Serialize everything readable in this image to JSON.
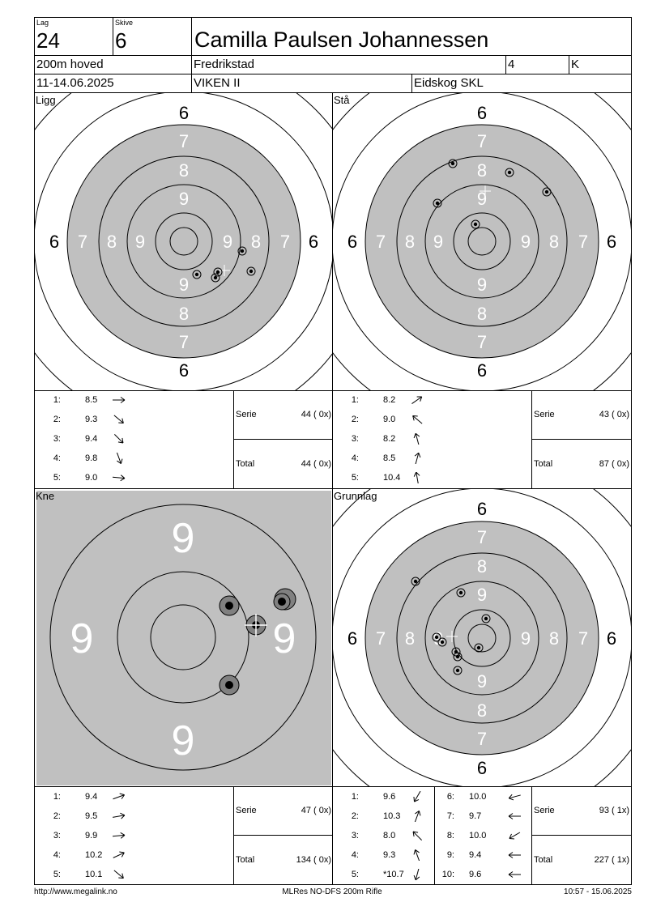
{
  "header": {
    "lag_label": "Lag",
    "lag_value": "24",
    "skive_label": "Skive",
    "skive_value": "6",
    "shooter_name": "Camilla Paulsen Johannessen",
    "program": "200m hoved",
    "club": "Fredrikstad",
    "klasse": "4",
    "category": "K",
    "dates": "11-14.06.2025",
    "region": "VIKEN II",
    "venue": "Eidskog SKL"
  },
  "panels": {
    "ligg": {
      "title": "Ligg"
    },
    "sta": {
      "title": "Stå"
    },
    "kne": {
      "title": "Kne"
    },
    "grunnlag": {
      "title": "Grunnlag"
    }
  },
  "ring_labels": {
    "r6": "6",
    "r7": "7",
    "r8": "8",
    "r9": "9"
  },
  "series": {
    "ligg": {
      "shots": [
        {
          "n": "1:",
          "v": "8.5",
          "dir": "E"
        },
        {
          "n": "2:",
          "v": "9.3",
          "dir": "SE"
        },
        {
          "n": "3:",
          "v": "9.4",
          "dir": "SE"
        },
        {
          "n": "4:",
          "v": "9.8",
          "dir": "S"
        },
        {
          "n": "5:",
          "v": "9.0",
          "dir": "E"
        }
      ],
      "serie_label": "Serie",
      "serie_value": "44 ( 0x)",
      "total_label": "Total",
      "total_value": "44 ( 0x)"
    },
    "sta": {
      "shots": [
        {
          "n": "1:",
          "v": "8.2",
          "dir": "NE"
        },
        {
          "n": "2:",
          "v": "9.0",
          "dir": "NW"
        },
        {
          "n": "3:",
          "v": "8.2",
          "dir": "N"
        },
        {
          "n": "4:",
          "v": "8.5",
          "dir": "N"
        },
        {
          "n": "5:",
          "v": "10.4",
          "dir": "N"
        }
      ],
      "serie_label": "Serie",
      "serie_value": "43 ( 0x)",
      "total_label": "Total",
      "total_value": "87 ( 0x)"
    },
    "kne": {
      "shots": [
        {
          "n": "1:",
          "v": "9.4",
          "dir": "NE"
        },
        {
          "n": "2:",
          "v": "9.5",
          "dir": "E"
        },
        {
          "n": "3:",
          "v": "9.9",
          "dir": "E"
        },
        {
          "n": "4:",
          "v": "10.2",
          "dir": "NE"
        },
        {
          "n": "5:",
          "v": "10.1",
          "dir": "SE"
        }
      ],
      "serie_label": "Serie",
      "serie_value": "47 ( 0x)",
      "total_label": "Total",
      "total_value": "134 ( 0x)"
    },
    "grunnlag": {
      "shots": [
        {
          "n": "1:",
          "v": "9.6",
          "dir": "SW"
        },
        {
          "n": "2:",
          "v": "10.3",
          "dir": "NE"
        },
        {
          "n": "3:",
          "v": "8.0",
          "dir": "NW"
        },
        {
          "n": "4:",
          "v": "9.3",
          "dir": "N"
        },
        {
          "n": "5:",
          "v": "*10.7",
          "dir": "S"
        },
        {
          "n": "6:",
          "v": "10.0",
          "dir": "W"
        },
        {
          "n": "7:",
          "v": "9.7",
          "dir": "W"
        },
        {
          "n": "8:",
          "v": "10.0",
          "dir": "SW"
        },
        {
          "n": "9:",
          "v": "9.4",
          "dir": "W"
        },
        {
          "n": "10:",
          "v": "9.6",
          "dir": "W"
        }
      ],
      "serie_label": "Serie",
      "serie_value": "93 ( 1x)",
      "total_label": "Total",
      "total_value": "227 ( 1x)"
    }
  },
  "footer": {
    "url": "http://www.megalink.no",
    "system": "MLRes NO-DFS 200m Rifle",
    "timestamp": "10:57 - 15.06.2025"
  },
  "colors": {
    "target_gray": "#c0c0c0",
    "shot_dark": "#1a1a1a"
  }
}
